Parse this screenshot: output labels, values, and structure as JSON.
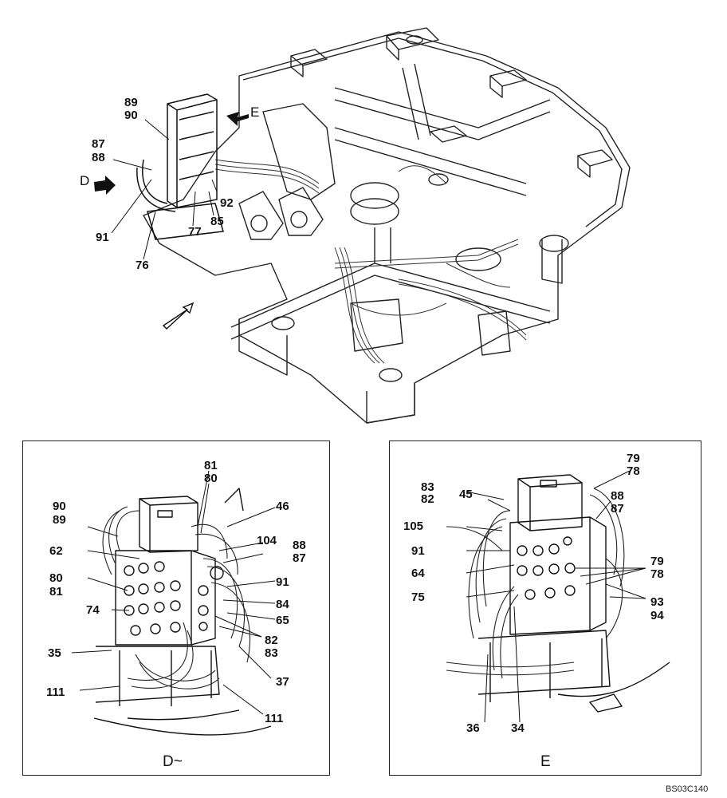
{
  "main_view": {
    "arrow_labels": {
      "d": "D",
      "e": "E"
    },
    "callouts": [
      "89",
      "90",
      "87",
      "88",
      "91",
      "76",
      "77",
      "85",
      "92"
    ]
  },
  "inset_d": {
    "caption": "D~",
    "callouts_left": [
      "90",
      "89",
      "62",
      "80",
      "81",
      "74",
      "35",
      "111"
    ],
    "callouts_right": [
      "81",
      "80",
      "46",
      "104",
      "88",
      "87",
      "91",
      "84",
      "65",
      "82",
      "83",
      "37",
      "111"
    ]
  },
  "inset_e": {
    "caption": "E",
    "callouts_left": [
      "83",
      "82",
      "45",
      "105",
      "91",
      "64",
      "75",
      "36",
      "34"
    ],
    "callouts_right": [
      "79",
      "78",
      "88",
      "87",
      "79",
      "78",
      "93",
      "94"
    ]
  },
  "drawing_code": "BS03C140"
}
